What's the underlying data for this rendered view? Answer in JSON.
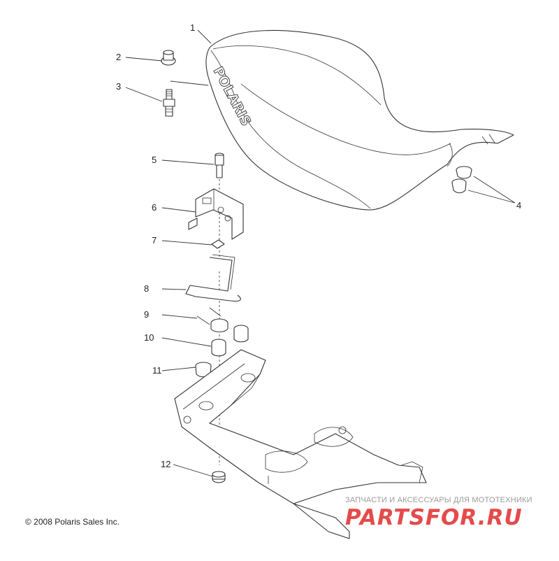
{
  "callouts": [
    {
      "number": "1"
    },
    {
      "number": "2"
    },
    {
      "number": "3"
    },
    {
      "number": "4"
    },
    {
      "number": "5"
    },
    {
      "number": "6"
    },
    {
      "number": "7"
    },
    {
      "number": "8"
    },
    {
      "number": "9"
    },
    {
      "number": "10"
    },
    {
      "number": "11"
    },
    {
      "number": "12"
    }
  ],
  "seat_logo": "POLARIS",
  "copyright": "© 2008 Polaris Sales Inc.",
  "watermark": {
    "tagline": "ЗАПЧАСТИ И АКСЕССУАРЫ ДЛЯ МОТОТЕХНИКИ",
    "logo": "PARTSFOR.RU"
  },
  "colors": {
    "line": "#333333",
    "watermark_logo": "#e44b4b",
    "watermark_text": "#9a9a9a"
  }
}
